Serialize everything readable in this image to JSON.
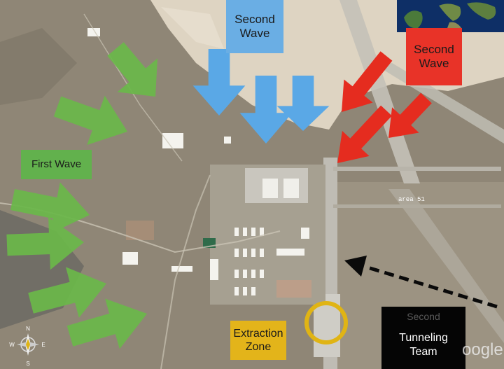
{
  "map": {
    "labels": {
      "second_wave_blue": "Second\nWave",
      "second_wave_red": "Second\nWave",
      "first_wave": "First Wave",
      "extraction_zone": "Extraction\nZone",
      "tunneling_ghost": "Second",
      "tunneling_team": "Tunneling\nTeam"
    },
    "area_label": "area 51",
    "watermark": "oogle",
    "compass": {
      "n": "N",
      "s": "S",
      "e": "E",
      "w": "W"
    }
  },
  "colors": {
    "green_arrow": "#6bb84a",
    "blue_arrow": "#5aa8e6",
    "red_arrow": "#e52c1f",
    "extraction_ring": "#e0b414",
    "dashed_arrow": "#0a0a0a",
    "desert": "#8f8676",
    "lakebed": "#ded4c2",
    "runway": "#bfbcb4"
  },
  "icons": [
    "compass-rose-icon",
    "globe-inset-icon"
  ]
}
